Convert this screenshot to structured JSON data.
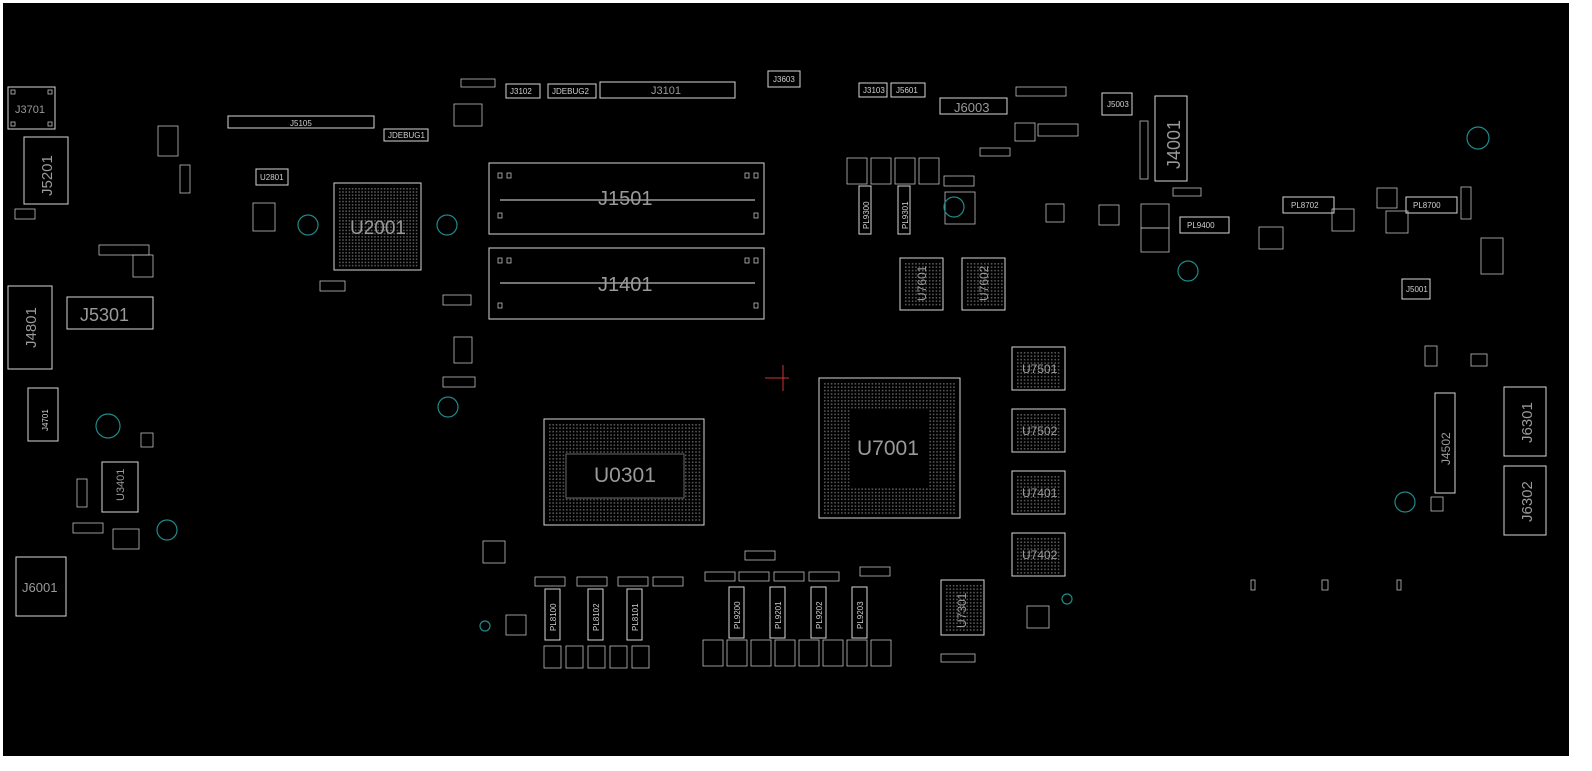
{
  "board": {
    "background": "#000000",
    "outline_color": "#d6d6d6",
    "label_color": "#9a9a9a",
    "hole_color": "#1f8a8a"
  },
  "labels": {
    "J3701": "J3701",
    "J5201": "J5201",
    "J4801": "J4801",
    "J6001": "J6001",
    "U3401": "U3401",
    "J5301": "J5301",
    "J5105": "J5105",
    "U2001": "U2001",
    "U2801": "U2801",
    "J3102": "J3102",
    "JDEBUG2": "JDEBUG2",
    "J3101": "J3101",
    "JDEBUG1": "JDEBUG1",
    "J1501": "J1501",
    "J1401": "J1401",
    "U0301": "U0301",
    "U7001": "U7001",
    "U7601": "U7601",
    "U7602": "U7602",
    "U7501": "U7501",
    "U7502": "U7502",
    "U7401": "U7401",
    "U7402": "U7402",
    "U7301": "U7301",
    "J6003": "J6003",
    "J5601": "J5601",
    "J4001": "J4001",
    "PL8702": "PL8702",
    "PL8700": "PL8700",
    "PL9400": "PL9400",
    "J4502": "J4502",
    "J6301": "J6301",
    "J6302": "J6302",
    "PL8100": "PL8100",
    "PL8102": "PL8102",
    "PL8101": "PL8101",
    "PL9200": "PL9200",
    "PL9201": "PL9201",
    "PL9202": "PL9202",
    "PL9203": "PL9203",
    "PL9300": "PL9300",
    "PL9301": "PL9301",
    "J3103": "J3103",
    "J5003": "J5003",
    "J5001": "J5001",
    "J3603": "J3603",
    "J4701": "J4701"
  }
}
